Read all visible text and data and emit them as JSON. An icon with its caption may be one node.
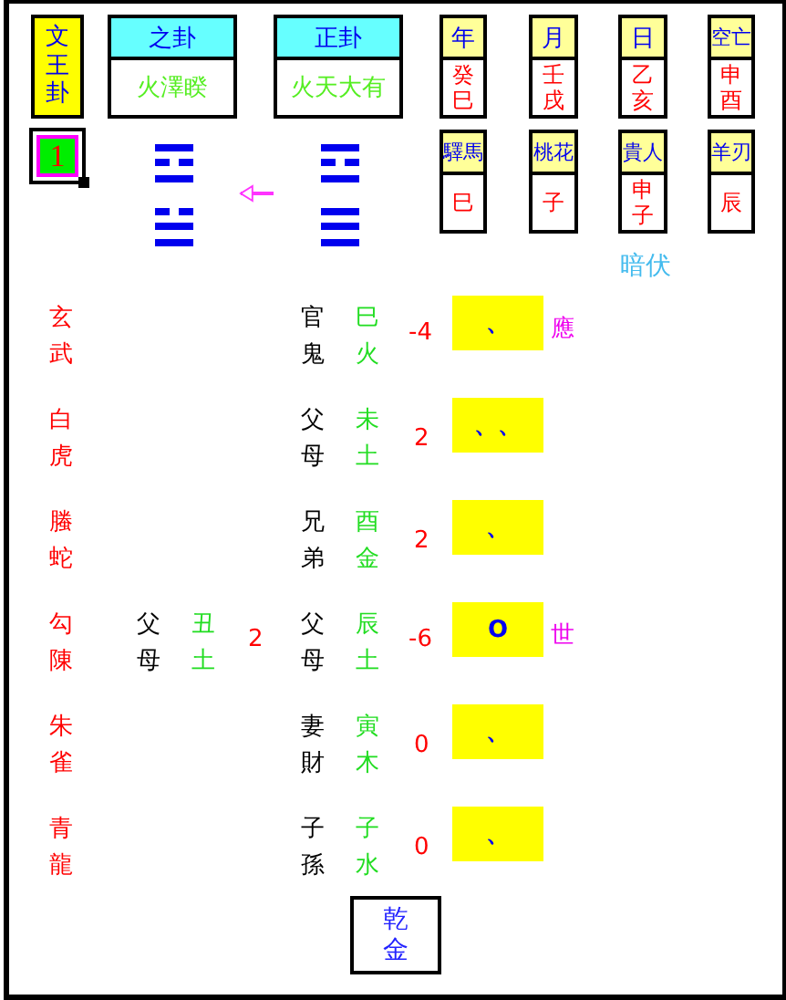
{
  "diagram": {
    "nodes": [
      {
        "text": [
          "文王卦"
        ]
      },
      {
        "text": [
          "之卦",
          "火澤睽"
        ]
      },
      {
        "text": [
          "正卦",
          "火天大有"
        ]
      },
      {
        "text": [
          "年",
          "癸巳"
        ]
      },
      {
        "text": [
          "月",
          "壬戌"
        ]
      },
      {
        "text": [
          "日",
          "乙亥"
        ]
      },
      {
        "text": [
          "空亡",
          "申酉"
        ]
      },
      {
        "text": [
          "1"
        ]
      },
      {
        "text": [],
        "shape": "picture"
      },
      {
        "text": [],
        "shape": "picture"
      },
      {
        "text": [
          "驛馬",
          "巳"
        ]
      },
      {
        "text": [
          "桃花",
          "子"
        ]
      },
      {
        "text": [
          "貴人",
          "申子"
        ]
      },
      {
        "text": [
          "羊刃",
          "辰"
        ]
      },
      {
        "text": [
          "、"
        ]
      },
      {
        "text": [
          "、、"
        ]
      },
      {
        "text": [
          "、"
        ]
      },
      {
        "text": [
          "O"
        ]
      },
      {
        "text": [
          "、"
        ]
      },
      {
        "text": [
          "、"
        ]
      },
      {
        "text": [
          "乾金"
        ]
      }
    ],
    "edges": [
      {
        "from": 9,
        "to": 8,
        "arrow": "to"
      }
    ],
    "labels": [
      "暗伏",
      "玄武",
      "官鬼",
      "巳火",
      "-4",
      "應",
      "白虎",
      "父母",
      "未土",
      "2",
      "螣蛇",
      "兄弟",
      "酉金",
      "2",
      "勾陳",
      "父母",
      "丑土",
      "2",
      "父母",
      "辰土",
      "-6",
      "世",
      "朱雀",
      "妻財",
      "寅木",
      "0",
      "青龍",
      "子孫",
      "子水",
      "0"
    ]
  }
}
